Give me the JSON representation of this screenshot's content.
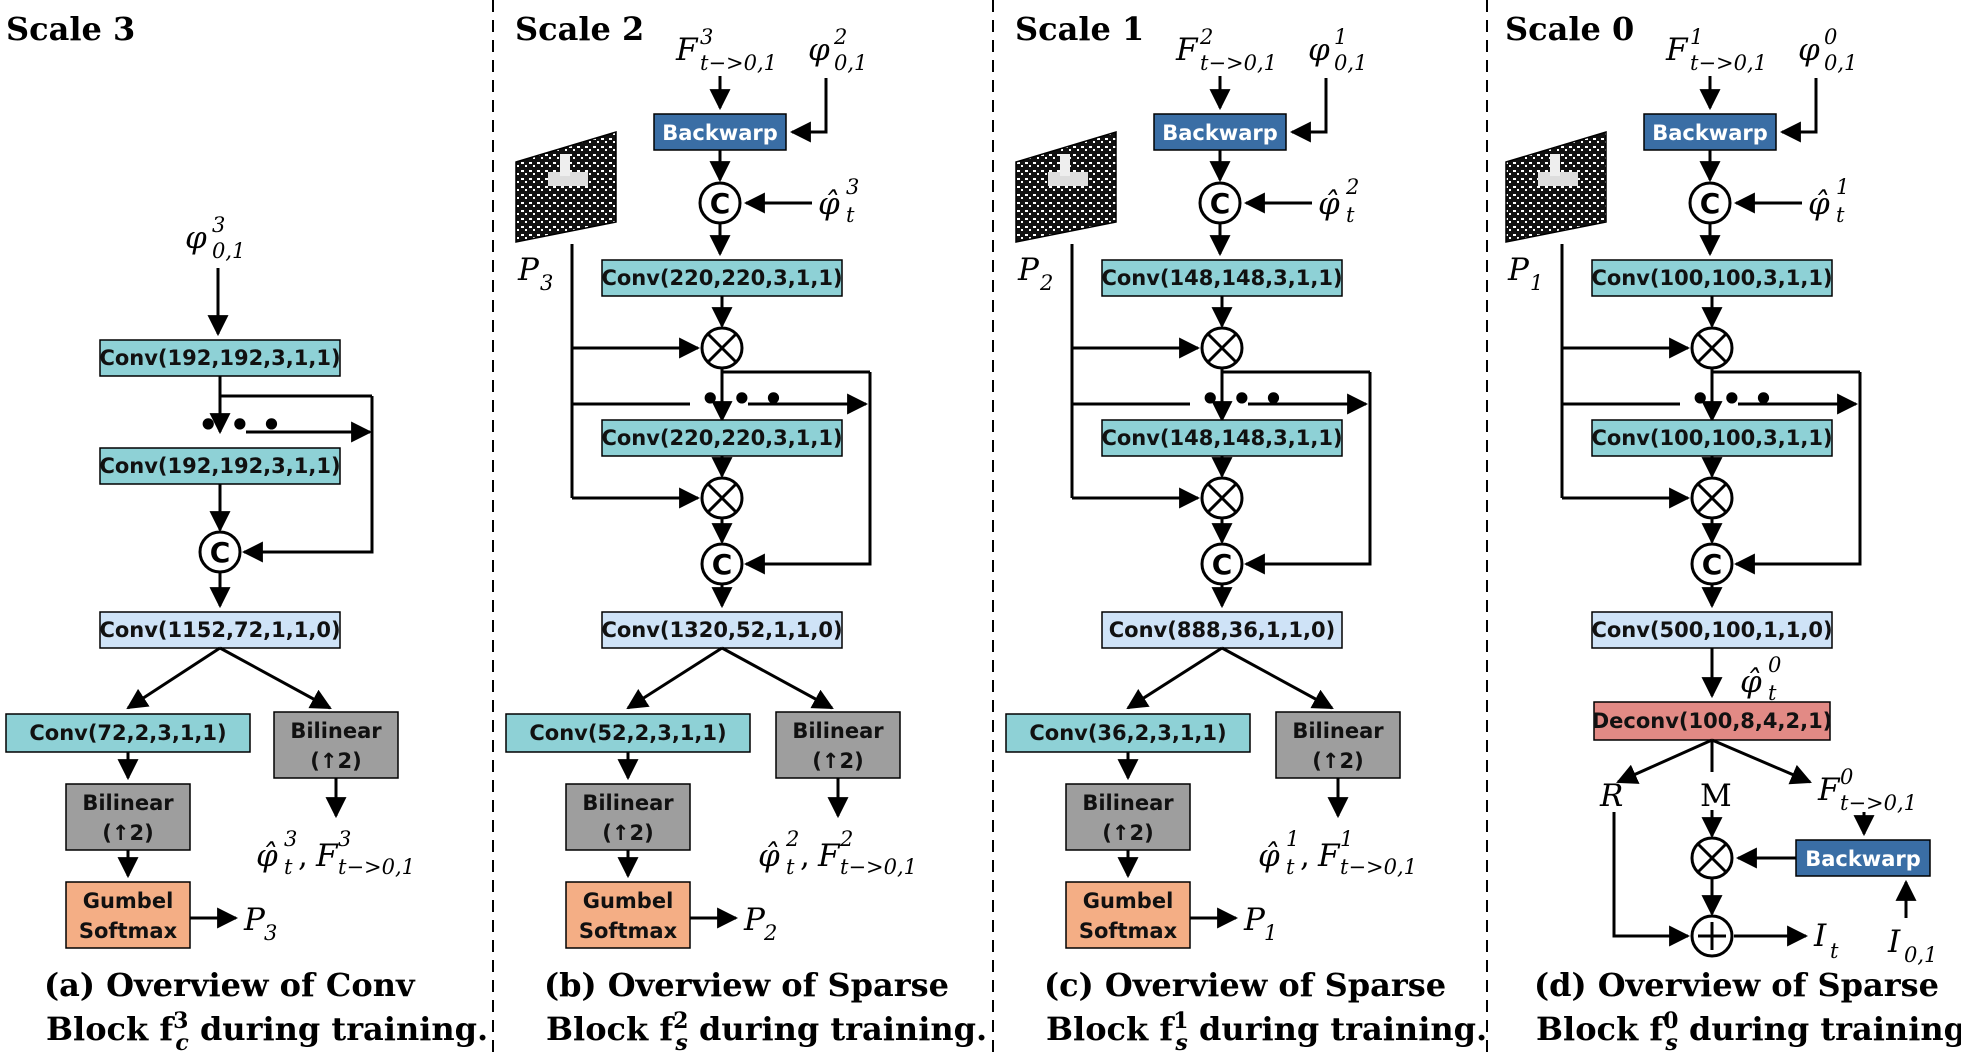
{
  "colors": {
    "conv": "#8ed1d6",
    "conv_light": "#cfe3f7",
    "backwarp": "#3a6ea5",
    "bilinear": "#9e9e9e",
    "gumbel": "#f4ae85",
    "deconv": "#e28a85"
  },
  "scales": [
    {
      "title": "Scale 3",
      "phi_in": "φ",
      "phi_in_sup": "3",
      "phi_in_sub": "0,1",
      "conv1": "Conv(192,192,3,1,1)",
      "conv2": "Conv(192,192,3,1,1)",
      "concat": "C",
      "conv_out": "Conv(1152,72,1,1,0)",
      "conv_mask": "Conv(72,2,3,1,1)",
      "bilinear_label": "Bilinear",
      "bilinear_up": "(↑2)",
      "gumbel_1": "Gumbel",
      "gumbel_2": "Softmax",
      "p_out": "P",
      "p_out_sub": "3",
      "out_phi_sup": "3",
      "out_f_sup": "3",
      "out_sub": "t",
      "out_f_sub": "t−>0,1",
      "caption_1": "(a) Overview of Conv",
      "caption_2a": "Block f",
      "caption_2sup": "3",
      "caption_2sub": "c",
      "caption_2b": " during training."
    },
    {
      "title": "Scale 2",
      "f_in": "F",
      "f_in_sup": "3",
      "f_in_sub": "t−>0,1",
      "phi_in": "φ",
      "phi_in_sup": "2",
      "phi_in_sub": "0,1",
      "backwarp": "Backwarp",
      "concat": "C",
      "phihat_sup": "3",
      "phihat_sub": "t",
      "p_in": "P",
      "p_in_sub": "3",
      "conv1": "Conv(220,220,3,1,1)",
      "conv2": "Conv(220,220,3,1,1)",
      "conv_out": "Conv(1320,52,1,1,0)",
      "conv_mask": "Conv(52,2,3,1,1)",
      "bilinear_label": "Bilinear",
      "bilinear_up": "(↑2)",
      "gumbel_1": "Gumbel",
      "gumbel_2": "Softmax",
      "p_out": "P",
      "p_out_sub": "2",
      "out_phi_sup": "2",
      "out_f_sup": "2",
      "out_sub": "t",
      "out_f_sub": "t−>0,1",
      "caption_1": "(b) Overview of Sparse",
      "caption_2a": "Block f",
      "caption_2sup": "2",
      "caption_2sub": "s",
      "caption_2b": " during training."
    },
    {
      "title": "Scale 1",
      "f_in": "F",
      "f_in_sup": "2",
      "f_in_sub": "t−>0,1",
      "phi_in": "φ",
      "phi_in_sup": "1",
      "phi_in_sub": "0,1",
      "backwarp": "Backwarp",
      "concat": "C",
      "phihat_sup": "2",
      "phihat_sub": "t",
      "p_in": "P",
      "p_in_sub": "2",
      "conv1": "Conv(148,148,3,1,1)",
      "conv2": "Conv(148,148,3,1,1)",
      "conv_out": "Conv(888,36,1,1,0)",
      "conv_mask": "Conv(36,2,3,1,1)",
      "bilinear_label": "Bilinear",
      "bilinear_up": "(↑2)",
      "gumbel_1": "Gumbel",
      "gumbel_2": "Softmax",
      "p_out": "P",
      "p_out_sub": "1",
      "out_phi_sup": "1",
      "out_f_sup": "1",
      "out_sub": "t",
      "out_f_sub": "t−>0,1",
      "caption_1": "(c) Overview of Sparse",
      "caption_2a": "Block f",
      "caption_2sup": "1",
      "caption_2sub": "s",
      "caption_2b": " during training."
    },
    {
      "title": "Scale 0",
      "f_in": "F",
      "f_in_sup": "1",
      "f_in_sub": "t−>0,1",
      "phi_in": "φ",
      "phi_in_sup": "0",
      "phi_in_sub": "0,1",
      "backwarp": "Backwarp",
      "concat": "C",
      "phihat_sup": "1",
      "phihat_sub": "t",
      "p_in": "P",
      "p_in_sub": "1",
      "conv1": "Conv(100,100,3,1,1)",
      "conv2": "Conv(100,100,3,1,1)",
      "conv_out": "Conv(500,100,1,1,0)",
      "phihat0_sup": "0",
      "phihat0_sub": "t",
      "deconv": "Deconv(100,8,4,2,1)",
      "r_label": "R",
      "m_label": "M",
      "f0_label": "F",
      "f0_sup": "0",
      "f0_sub": "t−>0,1",
      "backwarp2": "Backwarp",
      "i_out": "I",
      "i_out_sub": "t",
      "i_in": "I",
      "i_in_sub": "0,1",
      "caption_1": "(d) Overview of Sparse",
      "caption_2a": "Block f",
      "caption_2sup": "0",
      "caption_2sub": "s",
      "caption_2b": " during training."
    }
  ]
}
